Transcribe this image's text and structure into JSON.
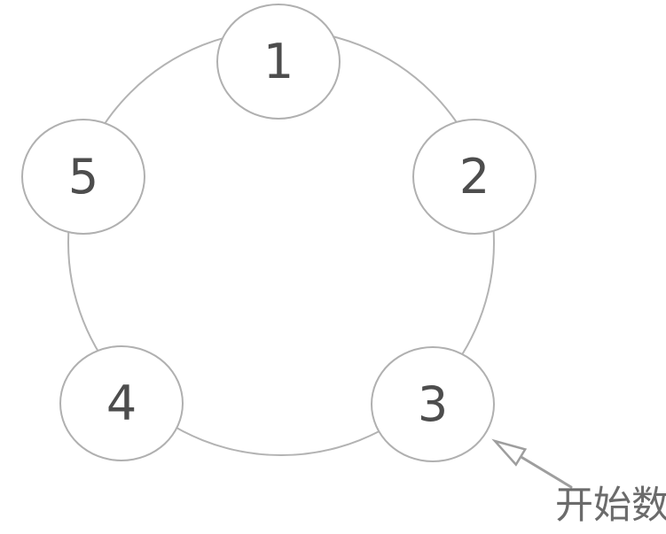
{
  "diagram": {
    "type": "circular-linked-ring",
    "nodes": [
      {
        "label": "1"
      },
      {
        "label": "2"
      },
      {
        "label": "3"
      },
      {
        "label": "4"
      },
      {
        "label": "5"
      }
    ],
    "annotation": {
      "label": "开始数",
      "target_node_label": "3"
    },
    "colors": {
      "background": "#ffffff",
      "ring_stroke": "#b3b3b3",
      "node_border": "#b0b0b0",
      "node_fill": "#ffffff",
      "number_text": "#4d4d4d",
      "arrow": "#9e9e9e",
      "annotation_text": "#6b6b6b"
    }
  }
}
